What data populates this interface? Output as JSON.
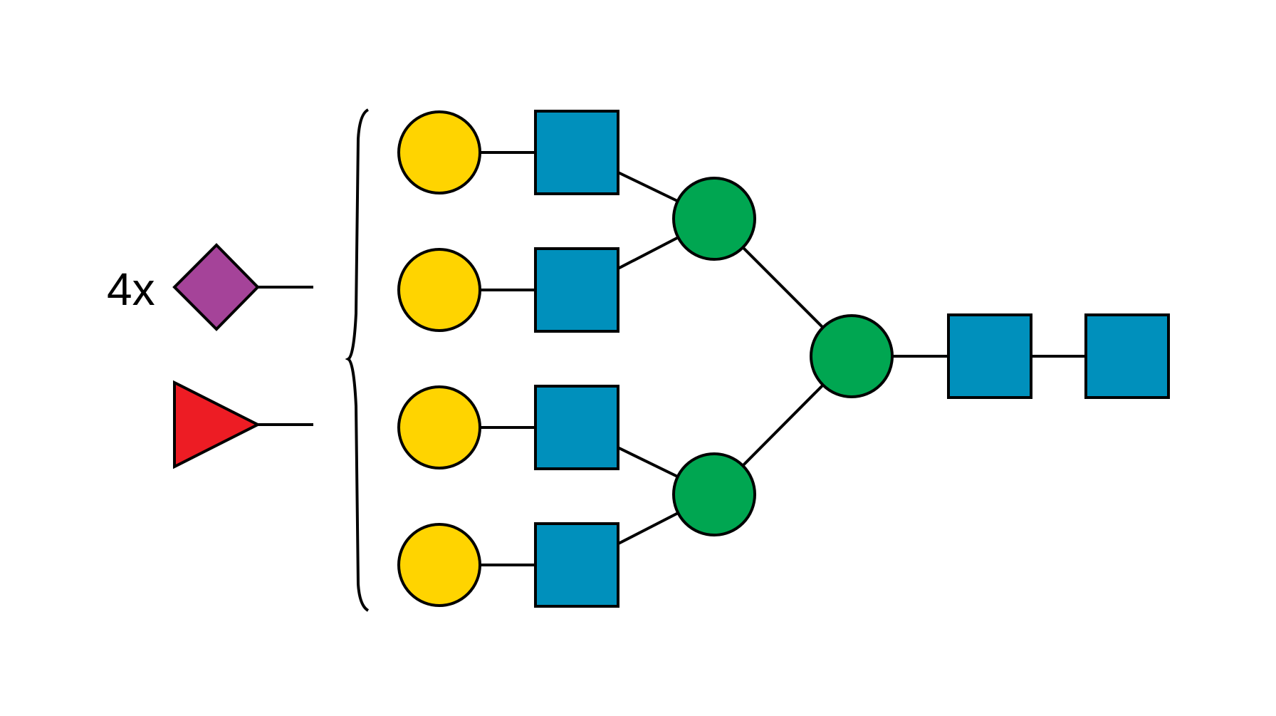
{
  "diagram": {
    "type": "glycan-snfg",
    "multiplier_label": "4x",
    "colors": {
      "galactose": "#FFD400",
      "glcnac": "#0090BC",
      "mannose": "#00A651",
      "sialic_acid": "#A54399",
      "fucose": "#ED1C24",
      "line": "#000000"
    },
    "nodes": [
      {
        "id": "gal1",
        "shape": "circle",
        "kind": "galactose"
      },
      {
        "id": "gal2",
        "shape": "circle",
        "kind": "galactose"
      },
      {
        "id": "gal3",
        "shape": "circle",
        "kind": "galactose"
      },
      {
        "id": "gal4",
        "shape": "circle",
        "kind": "galactose"
      },
      {
        "id": "gn1",
        "shape": "square",
        "kind": "glcnac"
      },
      {
        "id": "gn2",
        "shape": "square",
        "kind": "glcnac"
      },
      {
        "id": "gn3",
        "shape": "square",
        "kind": "glcnac"
      },
      {
        "id": "gn4",
        "shape": "square",
        "kind": "glcnac"
      },
      {
        "id": "man-upper",
        "shape": "circle",
        "kind": "mannose"
      },
      {
        "id": "man-lower",
        "shape": "circle",
        "kind": "mannose"
      },
      {
        "id": "man-core",
        "shape": "circle",
        "kind": "mannose"
      },
      {
        "id": "gn-core1",
        "shape": "square",
        "kind": "glcnac"
      },
      {
        "id": "gn-core2",
        "shape": "square",
        "kind": "glcnac"
      },
      {
        "id": "sia-floating",
        "shape": "diamond",
        "kind": "sialic_acid"
      },
      {
        "id": "fuc-floating",
        "shape": "triangle",
        "kind": "fucose"
      }
    ],
    "edges": [
      [
        "gal1",
        "gn1"
      ],
      [
        "gal2",
        "gn2"
      ],
      [
        "gal3",
        "gn3"
      ],
      [
        "gal4",
        "gn4"
      ],
      [
        "gn1",
        "man-upper"
      ],
      [
        "gn2",
        "man-upper"
      ],
      [
        "gn3",
        "man-lower"
      ],
      [
        "gn4",
        "man-lower"
      ],
      [
        "man-upper",
        "man-core"
      ],
      [
        "man-lower",
        "man-core"
      ],
      [
        "man-core",
        "gn-core1"
      ],
      [
        "gn-core1",
        "gn-core2"
      ]
    ]
  }
}
